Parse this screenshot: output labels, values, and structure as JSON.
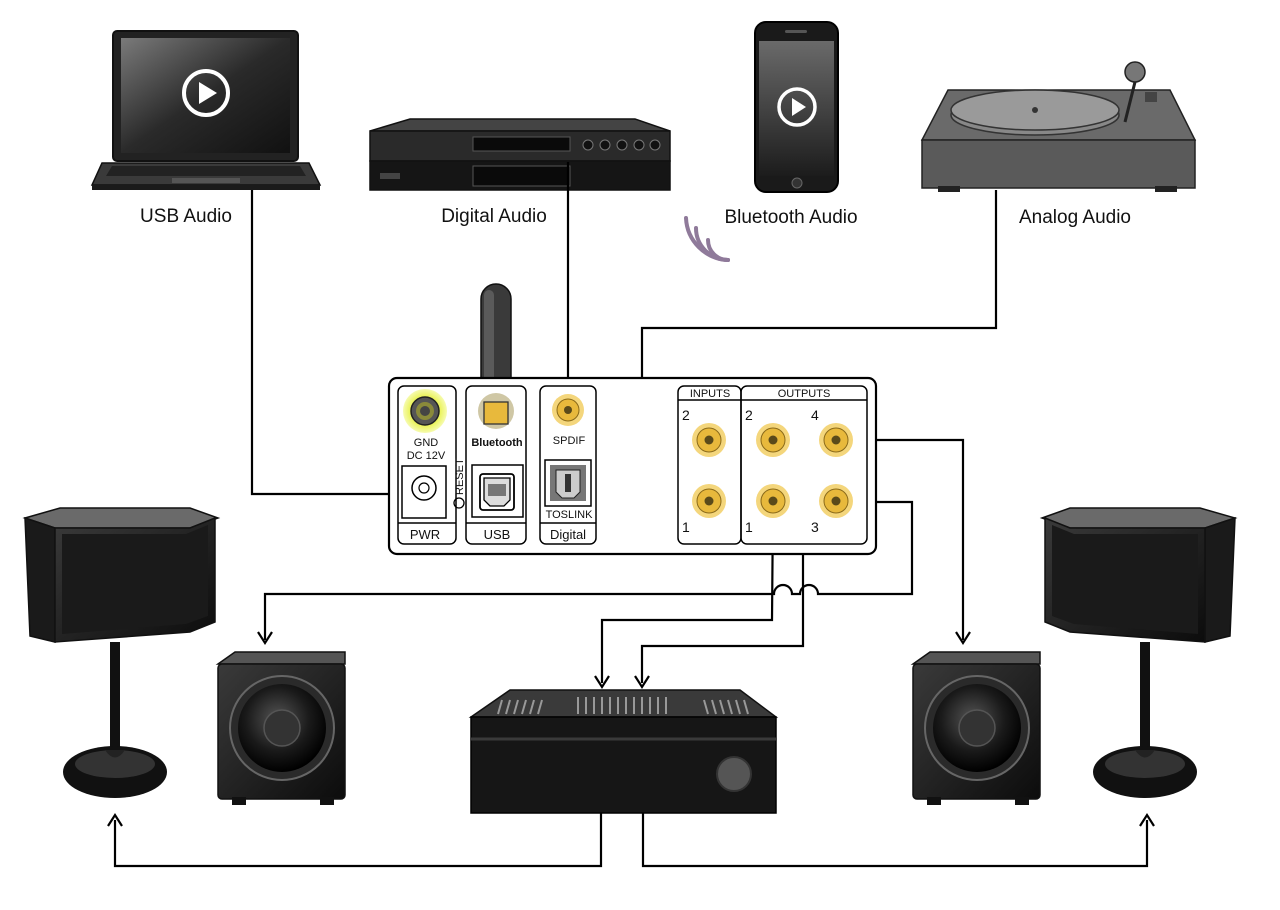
{
  "sources": {
    "usb": "USB Audio",
    "digital": "Digital Audio",
    "bluetooth": "Bluetooth Audio",
    "analog": "Analog Audio"
  },
  "panel": {
    "gnd": "GND",
    "dc": "DC 12V",
    "reset": "RESET",
    "pwr": "PWR",
    "bluetooth": "Bluetooth",
    "usb": "USB",
    "spdif": "SPDIF",
    "toslink": "TOSLINK",
    "digital": "Digital",
    "inputs": "INPUTS",
    "outputs": "OUTPUTS",
    "in_num_top": "2",
    "in_num_bottom": "1",
    "out_num_top_left": "2",
    "out_num_top_right": "4",
    "out_num_bottom_left": "1",
    "out_num_bottom_right": "3"
  },
  "colors": {
    "connector_gold": "#e8b93c",
    "connector_ring": "#f4d67c",
    "power_glow": "#e6f03a",
    "bluetooth_waves": "#8f7a9a"
  }
}
